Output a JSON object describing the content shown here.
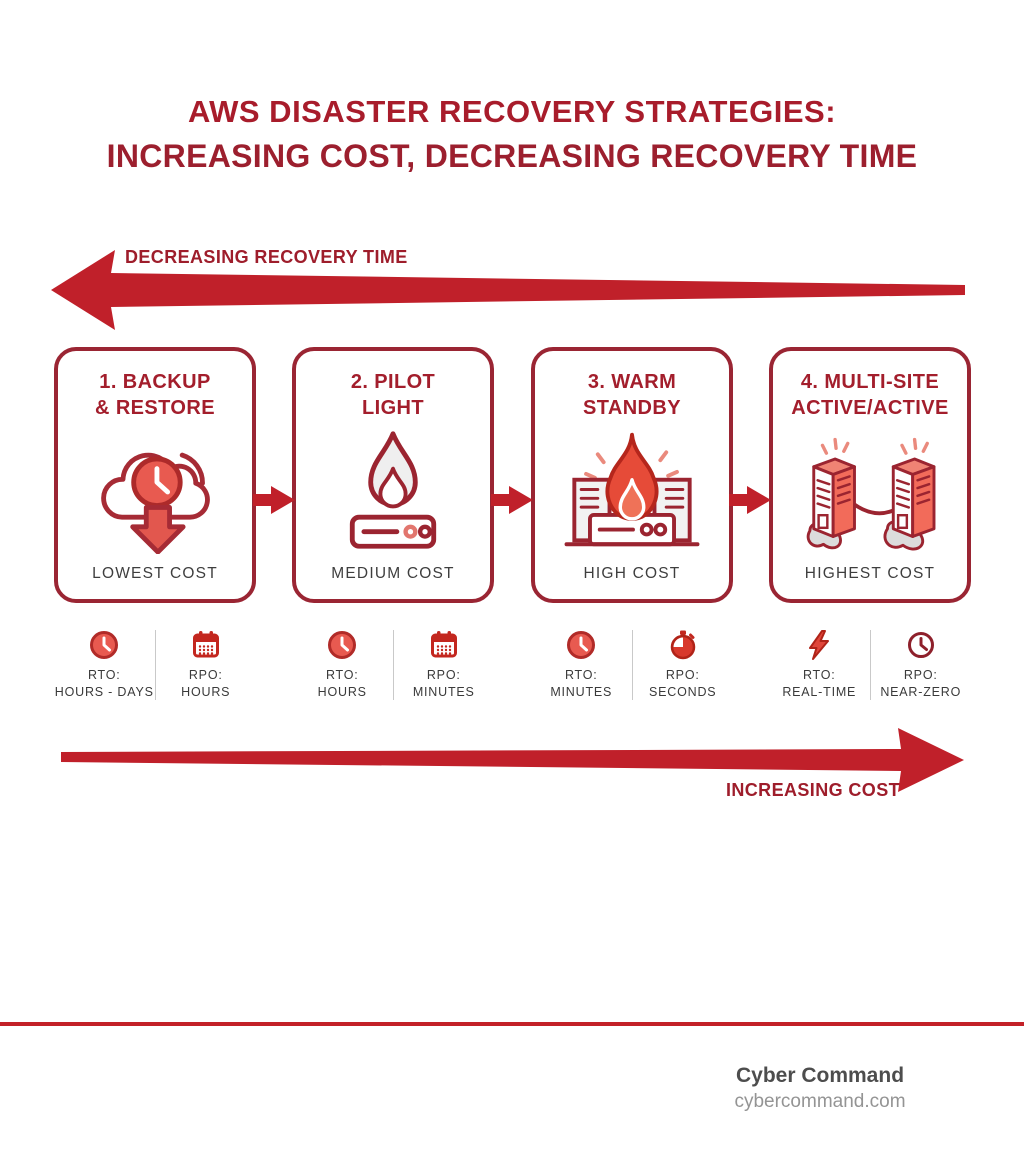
{
  "title": {
    "line1": "AWS DISASTER RECOVERY STRATEGIES:",
    "line2": "INCREASING COST, DECREASING RECOVERY TIME"
  },
  "arrows": {
    "top_label": "DECREASING RECOVERY TIME",
    "top_direction": "left",
    "bottom_label": "INCREASING COST",
    "bottom_direction": "right"
  },
  "strategies": [
    {
      "title_line1": "1. BACKUP",
      "title_line2": "& RESTORE",
      "cost": "LOWEST COST",
      "icon": "cloud-backup-icon",
      "rto_label": "RTO:",
      "rto_value": "HOURS - DAYS",
      "rto_icon": "clock-filled-icon",
      "rpo_label": "RPO:",
      "rpo_value": "HOURS",
      "rpo_icon": "calendar-icon"
    },
    {
      "title_line1": "2. PILOT",
      "title_line2": "LIGHT",
      "cost": "MEDIUM COST",
      "icon": "pilot-light-icon",
      "rto_label": "RTO:",
      "rto_value": "HOURS",
      "rto_icon": "clock-filled-icon",
      "rpo_label": "RPO:",
      "rpo_value": "MINUTES",
      "rpo_icon": "calendar-icon"
    },
    {
      "title_line1": "3. WARM",
      "title_line2": "STANDBY",
      "cost": "HIGH COST",
      "icon": "warm-standby-icon",
      "rto_label": "RTO:",
      "rto_value": "MINUTES",
      "rto_icon": "clock-filled-icon",
      "rpo_label": "RPO:",
      "rpo_value": "SECONDS",
      "rpo_icon": "stopwatch-icon"
    },
    {
      "title_line1": "4. MULTI-SITE",
      "title_line2": "ACTIVE/ACTIVE",
      "cost": "HIGHEST COST",
      "icon": "multi-site-icon",
      "rto_label": "RTO:",
      "rto_value": "REAL-TIME",
      "rto_icon": "lightning-icon",
      "rpo_label": "RPO:",
      "rpo_value": "NEAR-ZERO",
      "rpo_icon": "clock-outline-icon"
    }
  ],
  "footer": {
    "brand": "Cyber Command",
    "website": "cybercommand.com"
  },
  "colors": {
    "dark_red_text": "#A31E2C",
    "arrow_red": "#C0202A",
    "card_border_red": "#9A2533",
    "icon_fill_red": "#E85A50",
    "cost_text_gray": "#3E3E3E",
    "footer_gray": "#4D4D4D",
    "footer_muted_gray": "#949494",
    "divider_red_line": "#C32128"
  }
}
